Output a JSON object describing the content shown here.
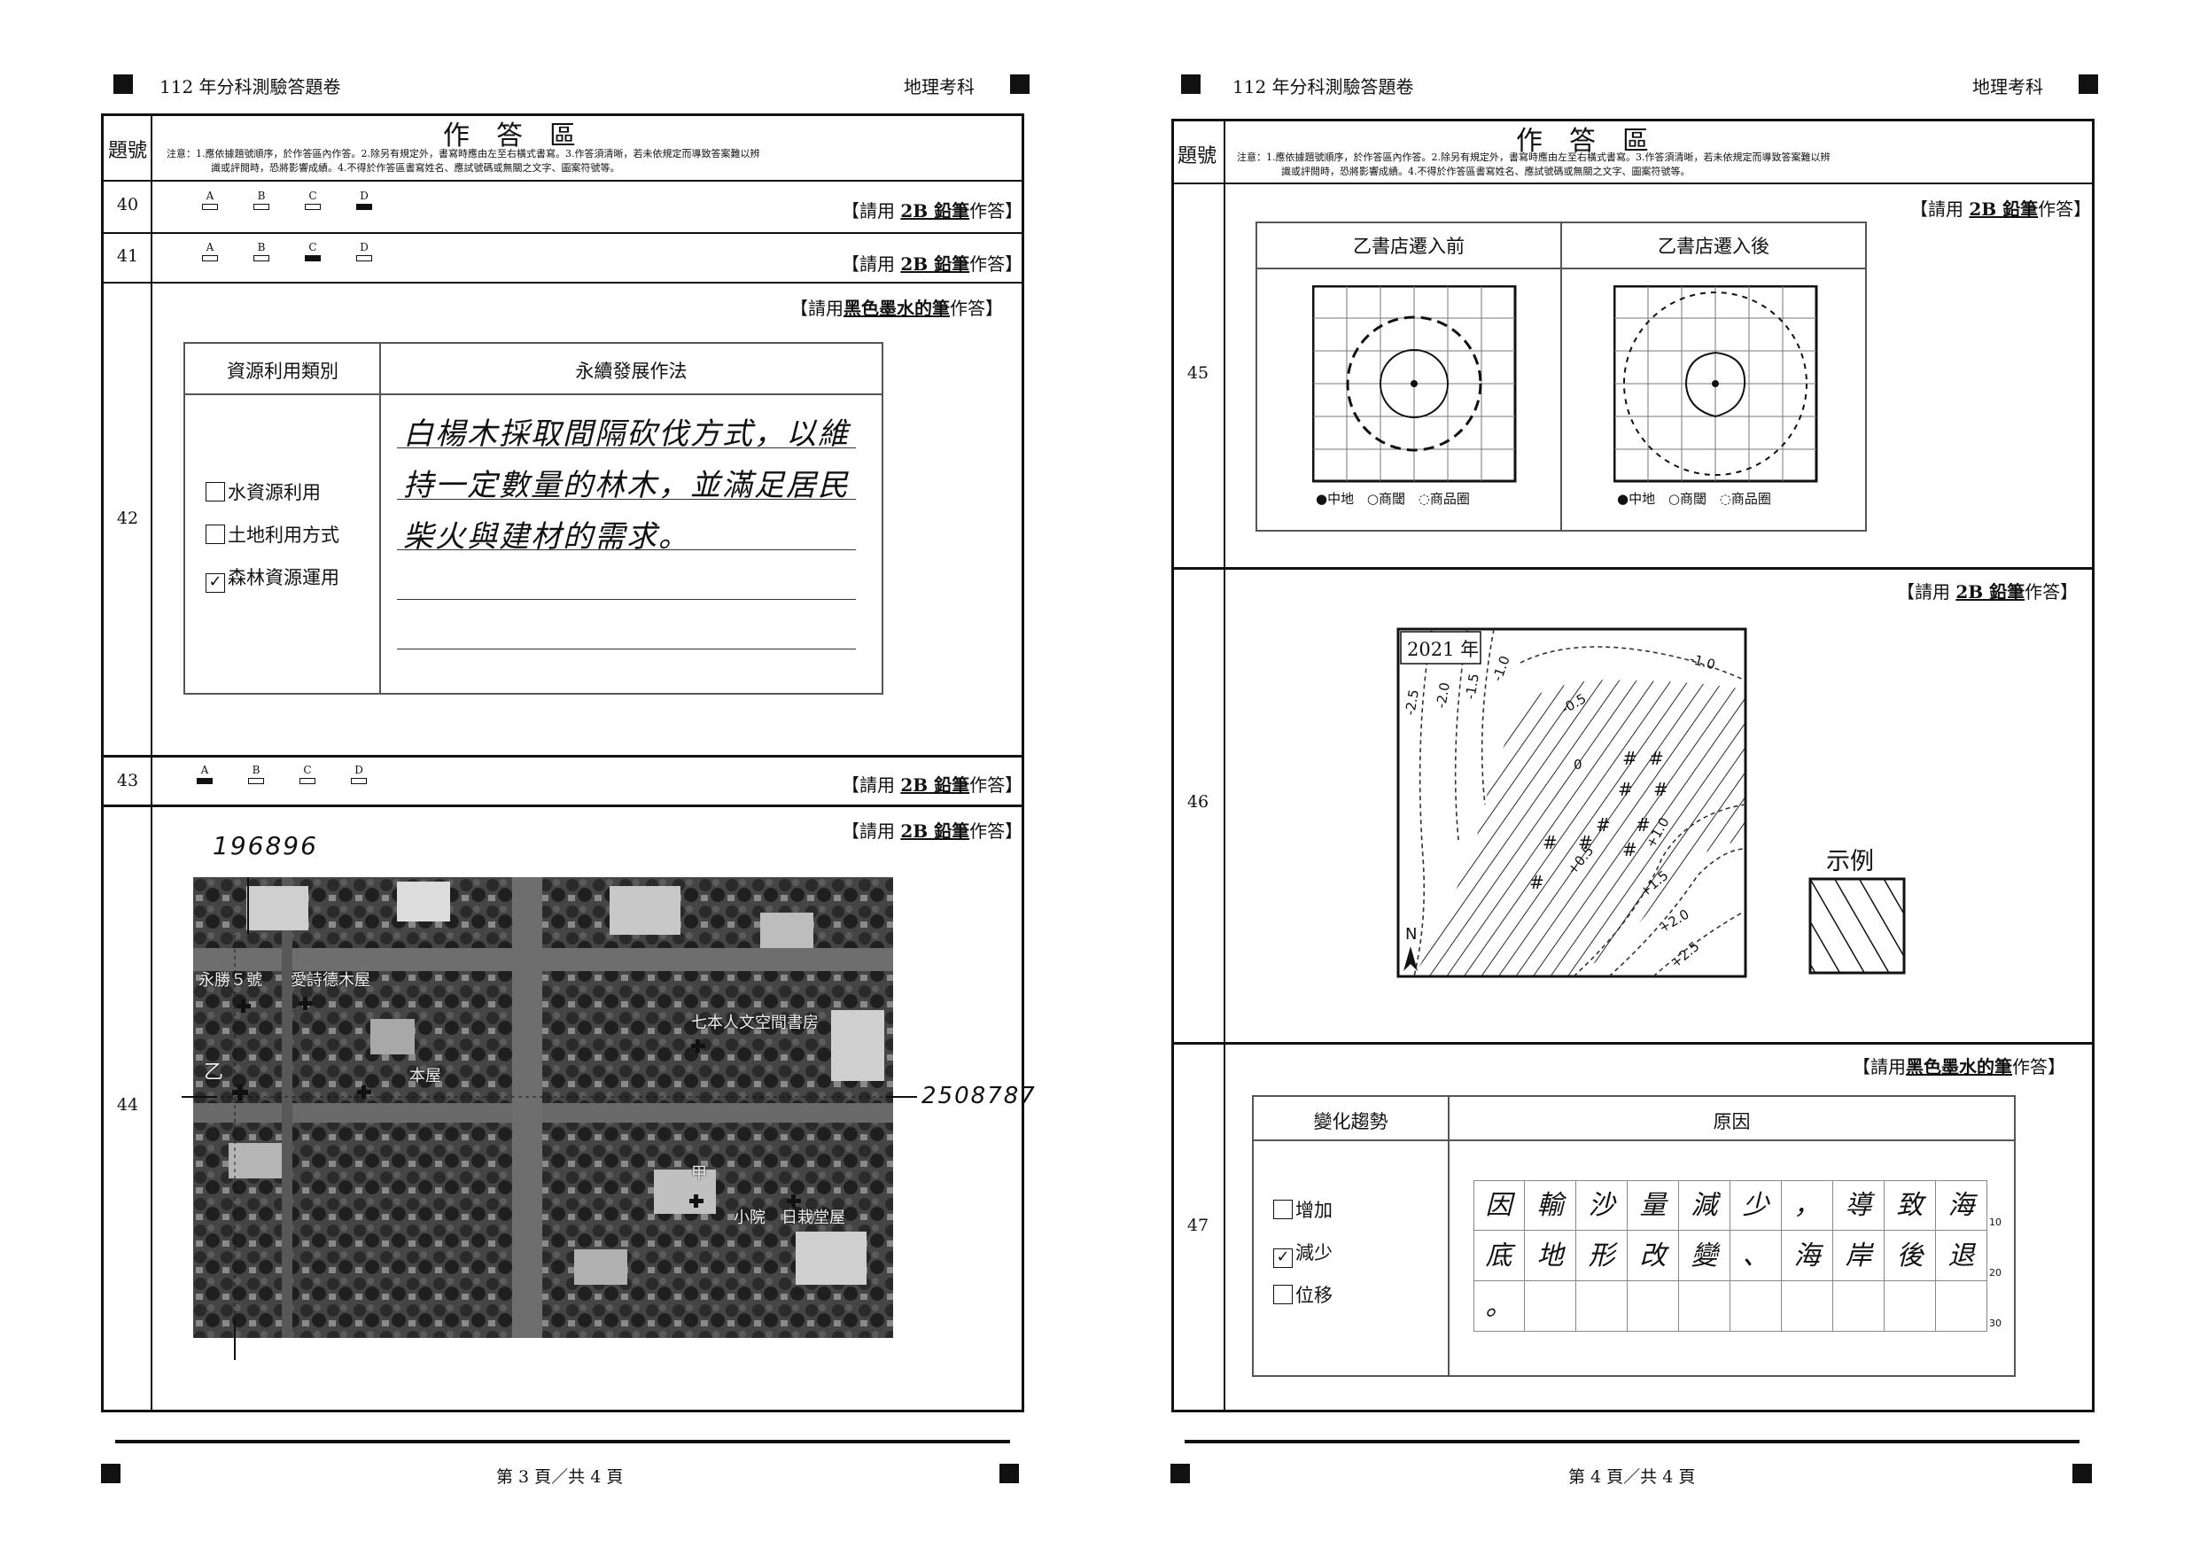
{
  "header": {
    "exam_title": "112 年分科測驗答題卷",
    "subject": "地理考科"
  },
  "answer_area": {
    "title": "作　答　區",
    "col_label": "題號",
    "note_line1": "注意：1.應依據題號順序，於作答區內作答。2.除另有規定外，書寫時應由左至右橫式書寫。3.作答須清晰，若未依規定而導致答案難以辨",
    "note_line2": "識或評閱時，恐將影響成績。4.不得於作答區書寫姓名、應試號碼或無關之文字、圖案符號等。"
  },
  "instructions": {
    "pencil_pre": "【請用 ",
    "pencil_b": "2B 鉛筆",
    "pencil_post": "作答】",
    "ink_pre": "【請用",
    "ink_b": "黑色墨水的筆",
    "ink_post": "作答】"
  },
  "options": [
    "A",
    "B",
    "C",
    "D"
  ],
  "q40": {
    "number": "40",
    "selected": "D"
  },
  "q41": {
    "number": "41",
    "selected": "C"
  },
  "q42": {
    "number": "42",
    "col1": "資源利用類別",
    "col2": "永續發展作法",
    "choices": [
      {
        "label": "水資源利用",
        "checked": false
      },
      {
        "label": "土地利用方式",
        "checked": false
      },
      {
        "label": "森林資源運用",
        "checked": true
      }
    ],
    "answer_lines": [
      "白楊木採取間隔砍伐方式，以維",
      "持一定數量的林木，並滿足居民",
      "柴火與建材的需求。"
    ]
  },
  "q43": {
    "number": "43",
    "selected": "A"
  },
  "q44": {
    "number": "44",
    "annot_top": "196896",
    "annot_right": "2508787",
    "labels": [
      "永勝５號",
      "愛詩德木屋",
      "七本人文空間書房",
      "乙",
      "本屋",
      "甲",
      "小院",
      "日栽堂屋"
    ]
  },
  "footer_left": "第 3 頁／共 4 頁",
  "footer_right": "第 4 頁／共 4 頁",
  "q45": {
    "number": "45",
    "before": "乙書店遷入前",
    "after": "乙書店遷入後",
    "legend": [
      "中地",
      "商閾",
      "商品圈"
    ]
  },
  "q46": {
    "number": "46",
    "year": "2021 年",
    "north": "N",
    "contours": [
      "-2.5",
      "-2.0",
      "-1.5",
      "-1.0",
      "-1.0",
      "-0.5",
      "0",
      "+0.5",
      "+1.0",
      "+1.5",
      "+2.0",
      "+2.5"
    ],
    "legend_title": "示例"
  },
  "q47": {
    "number": "47",
    "col1": "變化趨勢",
    "col2": "原因",
    "choices": [
      {
        "label": "增加",
        "checked": false
      },
      {
        "label": "減少",
        "checked": true
      },
      {
        "label": "位移",
        "checked": false
      }
    ],
    "row1": [
      "因",
      "輸",
      "沙",
      "量",
      "減",
      "少",
      "，",
      "導",
      "致",
      "海"
    ],
    "row2": [
      "底",
      "地",
      "形",
      "改",
      "變",
      "、",
      "海",
      "岸",
      "後",
      "退"
    ],
    "row3": [
      "。",
      "",
      "",
      "",
      "",
      "",
      "",
      "",
      "",
      ""
    ],
    "counts": [
      "10",
      "20",
      "30"
    ]
  }
}
